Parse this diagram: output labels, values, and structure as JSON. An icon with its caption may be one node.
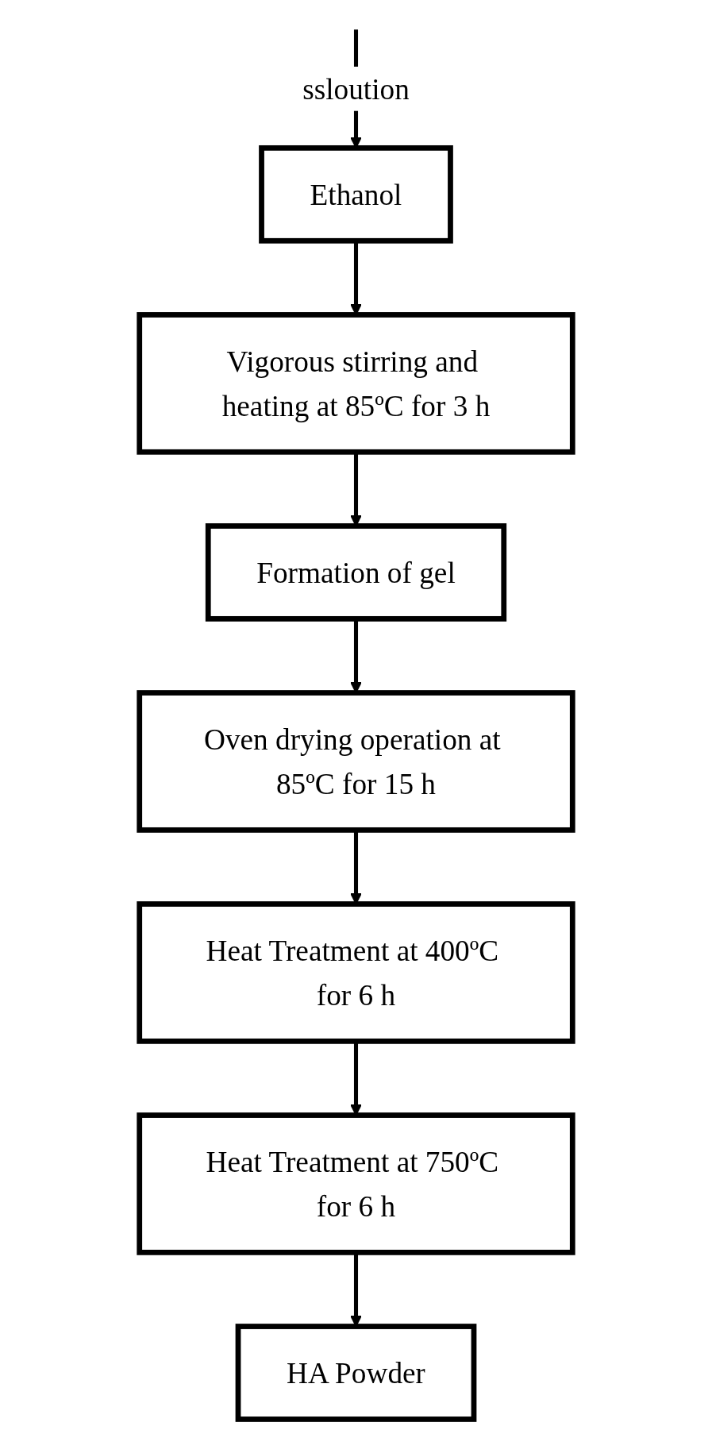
{
  "diagram": {
    "nodes": [
      {
        "text": [
          "Ethanol"
        ]
      },
      {
        "text": [
          "Vigorous stirring and heating at 85ºC for 3 h"
        ]
      },
      {
        "text": [
          "Formation of gel"
        ]
      },
      {
        "text": [
          "Oven drying operation at 85ºC for 15 h"
        ]
      },
      {
        "text": [
          "Heat Treatment at 400ºC for 6 h"
        ]
      },
      {
        "text": [
          "Heat Treatment at 750ºC for 6 h"
        ]
      },
      {
        "text": [
          "HA Powder"
        ]
      }
    ],
    "edges": [
      {
        "from": null,
        "to": 0,
        "arrow": "to",
        "label": "ssloution"
      },
      {
        "from": 0,
        "to": 1,
        "arrow": "to"
      },
      {
        "from": 1,
        "to": 2,
        "arrow": "to"
      },
      {
        "from": 2,
        "to": 3,
        "arrow": "to"
      },
      {
        "from": 3,
        "to": 4,
        "arrow": "to"
      },
      {
        "from": 4,
        "to": 5,
        "arrow": "to"
      },
      {
        "from": 5,
        "to": 6,
        "arrow": "to"
      }
    ]
  }
}
